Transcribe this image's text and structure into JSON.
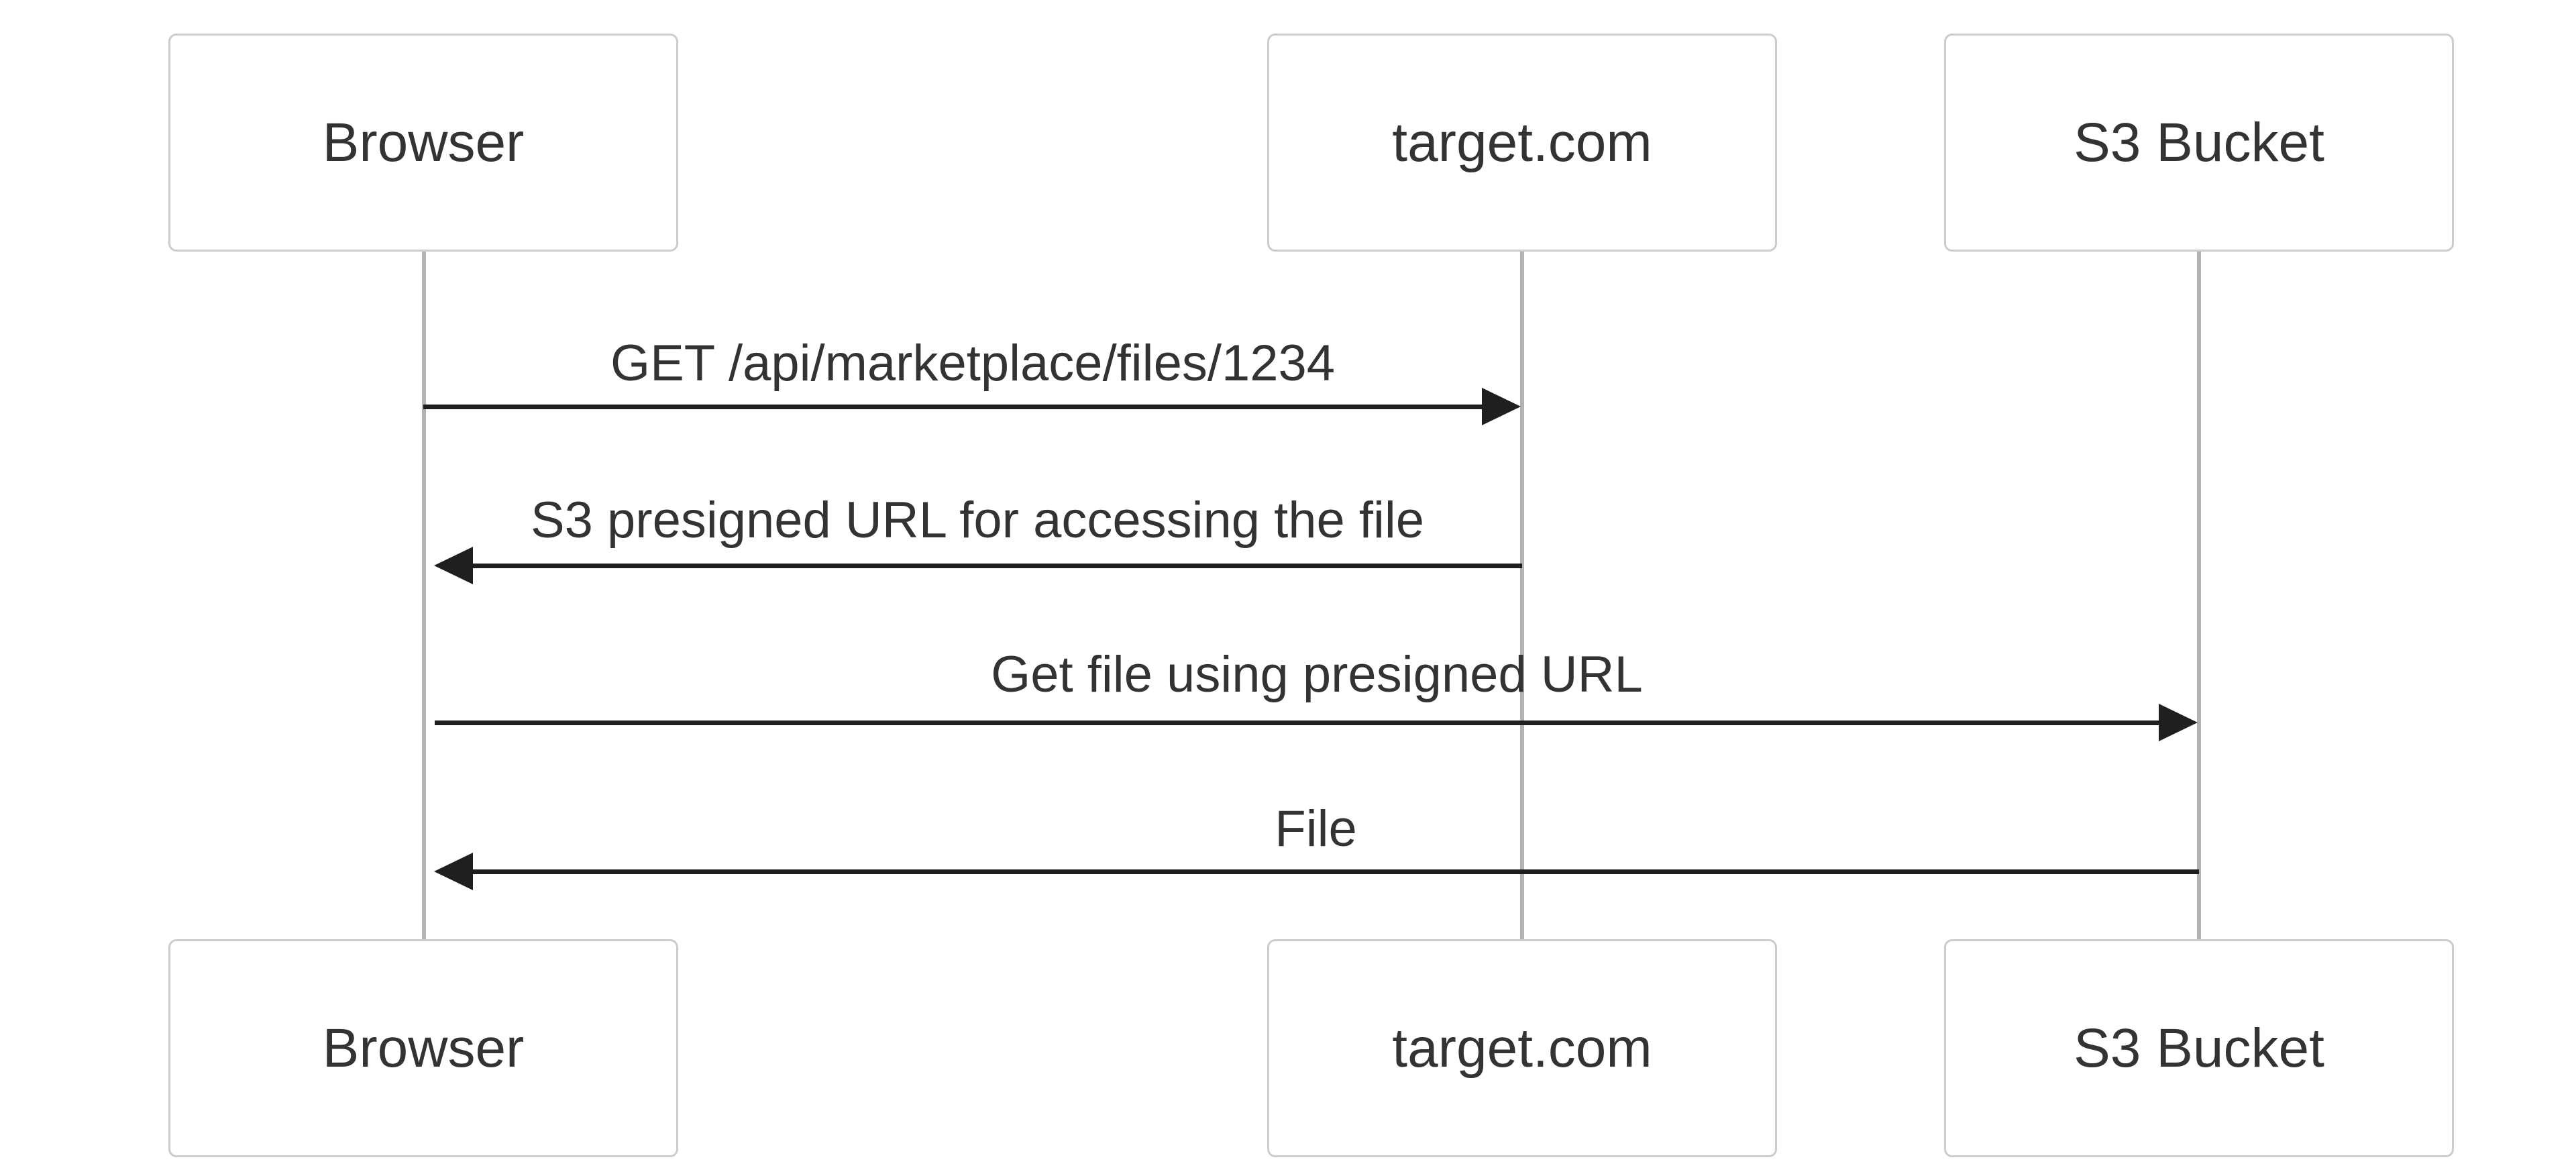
{
  "diagram": {
    "type": "sequence",
    "participants": [
      {
        "id": "browser",
        "label": "Browser"
      },
      {
        "id": "target",
        "label": "target.com"
      },
      {
        "id": "s3",
        "label": "S3 Bucket"
      }
    ],
    "messages": [
      {
        "from": "browser",
        "to": "target",
        "direction": "right",
        "label": "GET /api/marketplace/files/1234"
      },
      {
        "from": "target",
        "to": "browser",
        "direction": "left",
        "label": "S3 presigned URL for accessing the file"
      },
      {
        "from": "browser",
        "to": "s3",
        "direction": "right",
        "label": "Get file using presigned URL"
      },
      {
        "from": "s3",
        "to": "browser",
        "direction": "left",
        "label": "File"
      }
    ],
    "colors": {
      "box_border": "#cccccc",
      "box_fill": "#ffffff",
      "lifeline": "#b3b3b3",
      "arrow": "#1f1f1f",
      "text": "#333333"
    }
  }
}
